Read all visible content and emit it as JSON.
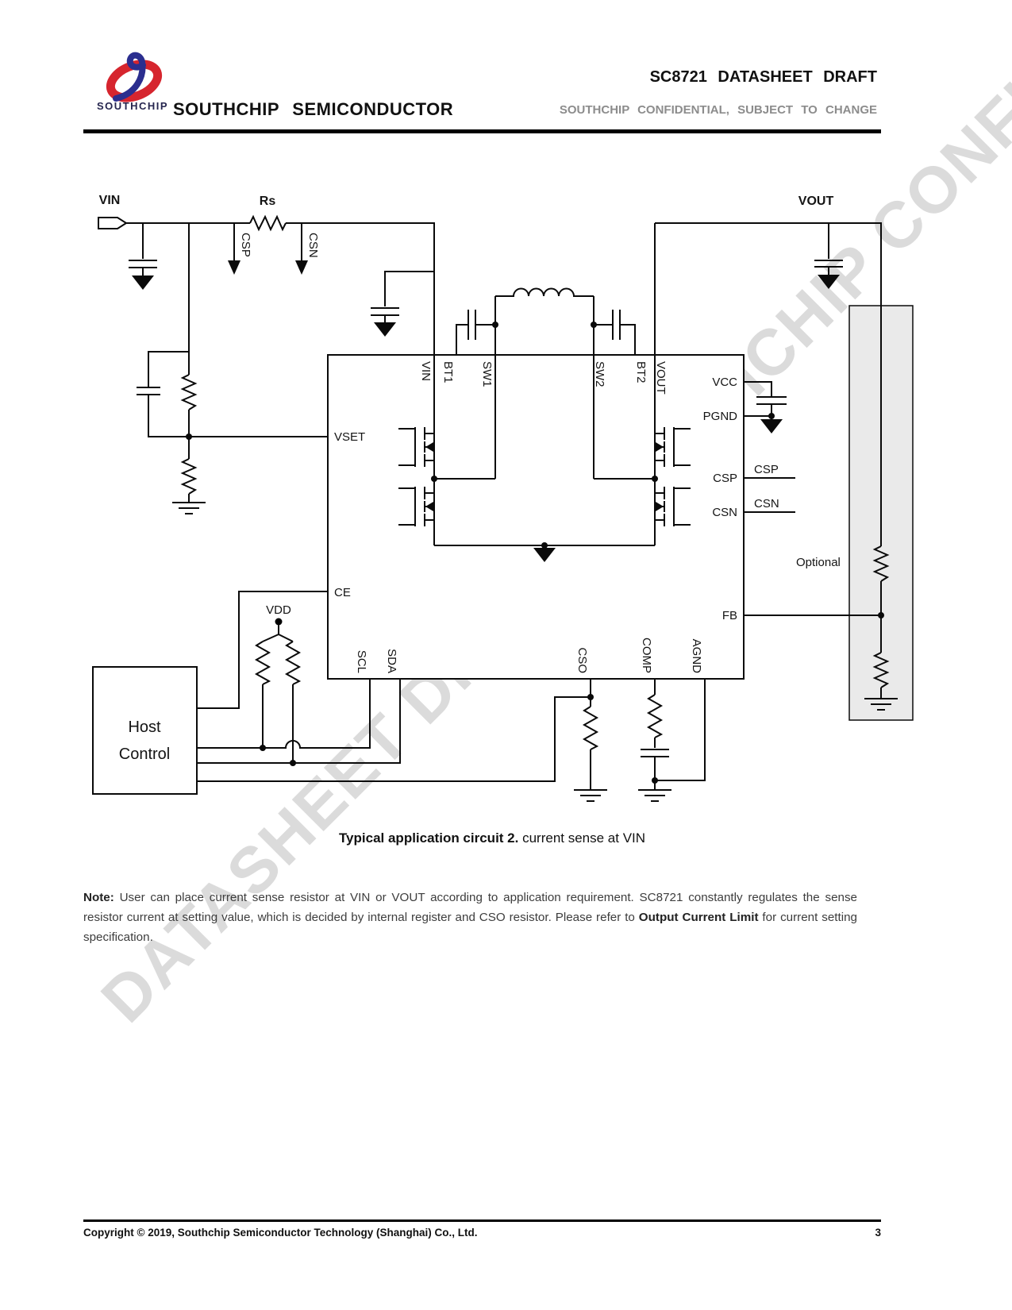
{
  "header": {
    "logo_text": "SOUTHCHIP",
    "company": "SOUTHCHIP SEMICONDUCTOR",
    "title": "SC8721 DATASHEET DRAFT",
    "subtitle": "SOUTHCHIP CONFIDENTIAL, SUBJECT TO CHANGE"
  },
  "watermark": "DATASHEET DRAFT SOUTHCHIP CONFIDENTIAL",
  "diagram": {
    "labels": {
      "vin": "VIN",
      "rs": "Rs",
      "csp_sense": "CSP",
      "csn_sense": "CSN",
      "vout": "VOUT",
      "vdd": "VDD",
      "optional": "Optional",
      "csp_ext": "CSP",
      "csn_ext": "CSN",
      "host_line1": "Host",
      "host_line2": "Control"
    },
    "ic": {
      "top_pins": [
        "VIN",
        "BT1",
        "SW1",
        "SW2",
        "BT2",
        "VOUT"
      ],
      "left_pins": [
        "VSET",
        "CE"
      ],
      "right_pins": [
        "VCC",
        "PGND",
        "CSP",
        "CSN",
        "FB"
      ],
      "bottom_pins": [
        "SCL",
        "SDA",
        "CSO",
        "COMP",
        "AGND"
      ]
    }
  },
  "caption": {
    "bold": "Typical application circuit 2.",
    "rest": " current sense at VIN"
  },
  "note": {
    "label": "Note:",
    "part1": " User can place current sense resistor at VIN or VOUT according to application requirement. SC8721 constantly regulates the sense resistor current at setting value, which is decided by internal register and CSO resistor. Please refer to ",
    "bold": "Output Current Limit",
    "part2": " for current setting specification."
  },
  "footer": {
    "copyright": "Copyright © 2019, Southchip Semiconductor Technology (Shanghai) Co., Ltd.",
    "page": "3"
  }
}
